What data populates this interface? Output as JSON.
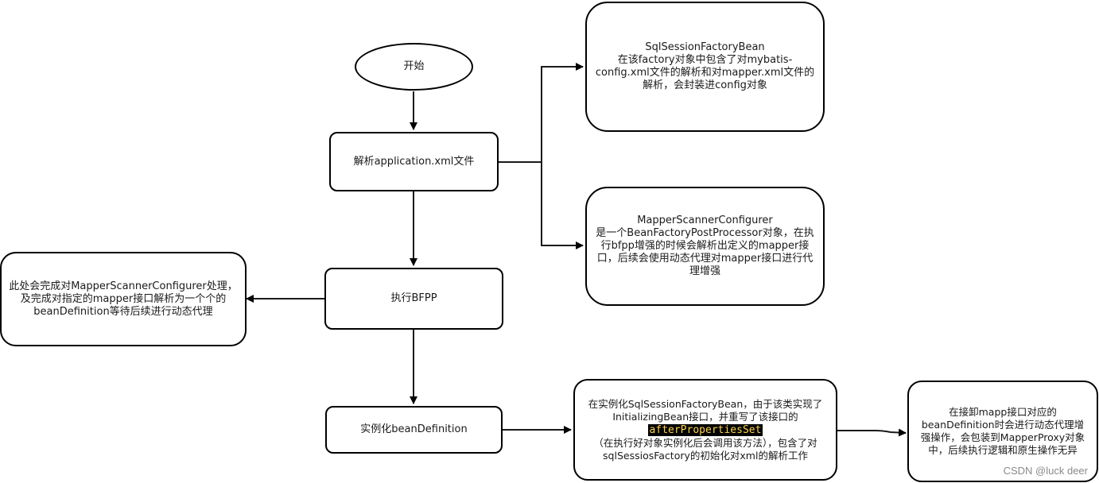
{
  "diagram": {
    "start": {
      "label": "开始"
    },
    "parse_xml": {
      "label": "解析application.xml文件"
    },
    "sql_session_factory": {
      "lines": [
        "SqlSessionFactoryBean",
        "在该factory对象中包含了对mybatis-",
        "config.xml文件的解析和对mapper.xml文件的",
        "解析，会封装进config对象"
      ]
    },
    "mapper_scanner": {
      "lines": [
        "MapperScannerConfigurer",
        "是一个BeanFactoryPostProcessor对象，在执",
        "行bfpp增强的时候会解析出定义的mapper接",
        "口，后续会使用动态代理对mapper接口进行代",
        "理增强"
      ]
    },
    "execute_bfpp": {
      "label": "执行BFPP"
    },
    "bfpp_note": {
      "lines": [
        "此处会完成对MapperScannerConfigurer处理，",
        "及完成对指定的mapper接口解析为一个个的",
        "beanDefinition等待后续进行动态代理"
      ]
    },
    "instantiate_bd": {
      "label": "实例化beanDefinition"
    },
    "instantiate_note": {
      "line1": "在实例化SqlSessionFactoryBean，由于该类实现了",
      "line2": "InitializingBean接口，并重写了该接口的",
      "code": "afterPropertiesSet",
      "line3": "（在执行好对象实例化后会调用该方法），包含了对",
      "line4": "sqlSessiosFactory的初始化对xml的解析工作"
    },
    "proxy_note": {
      "lines": [
        "在接卸mapp接口对应的",
        "beanDefinition时会进行动态代理增",
        "强操作，会包装到MapperProxy对象",
        "中，后续执行逻辑和原生操作无异"
      ]
    }
  },
  "watermark": "CSDN @luck deer"
}
